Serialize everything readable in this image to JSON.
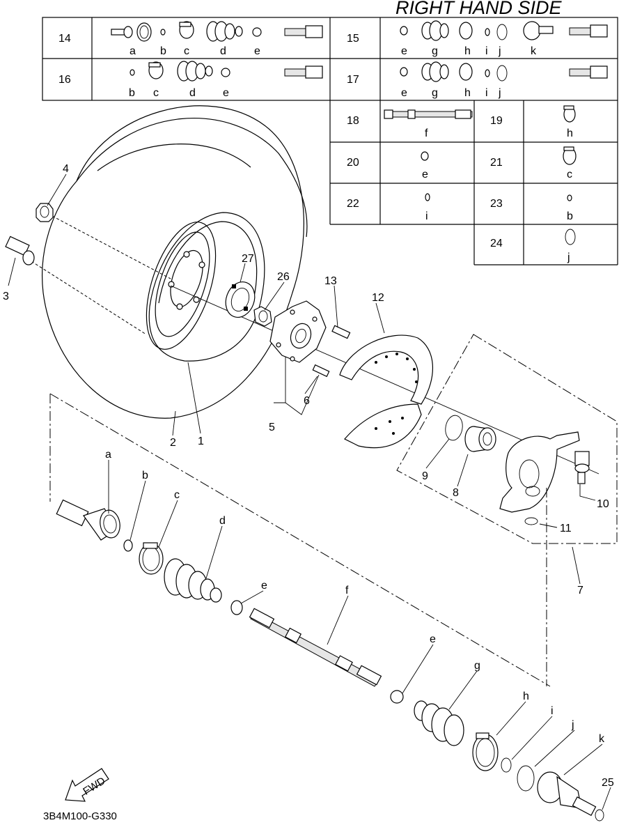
{
  "title": "RIGHT HAND SIDE",
  "code": "3B4M100-G330",
  "fwd": "FWD",
  "table": {
    "row14": {
      "num": "14",
      "letters": [
        "a",
        "b",
        "c",
        "d",
        "e"
      ]
    },
    "row15": {
      "num": "15",
      "letters": [
        "e",
        "g",
        "h",
        "i",
        "j",
        "k"
      ]
    },
    "row16": {
      "num": "16",
      "letters": [
        "b",
        "c",
        "d",
        "e"
      ]
    },
    "row17": {
      "num": "17",
      "letters": [
        "e",
        "g",
        "h",
        "i",
        "j"
      ]
    },
    "row18": {
      "num": "18",
      "letter": "f"
    },
    "row19": {
      "num": "19",
      "letter": "h"
    },
    "row20": {
      "num": "20",
      "letter": "e"
    },
    "row21": {
      "num": "21",
      "letter": "c"
    },
    "row22": {
      "num": "22",
      "letter": "i"
    },
    "row23": {
      "num": "23",
      "letter": "b"
    },
    "row24": {
      "num": "24",
      "letter": "j"
    }
  },
  "callouts": {
    "n1": "1",
    "n2": "2",
    "n3": "3",
    "n4": "4",
    "n5": "5",
    "n6": "6",
    "n7": "7",
    "n8": "8",
    "n9": "9",
    "n10": "10",
    "n11": "11",
    "n12": "12",
    "n13": "13",
    "n25": "25",
    "n26": "26",
    "n27": "27",
    "a": "a",
    "b": "b",
    "c": "c",
    "d": "d",
    "e1": "e",
    "e2": "e",
    "f": "f",
    "g": "g",
    "h": "h",
    "i": "i",
    "j": "j",
    "k": "k"
  }
}
